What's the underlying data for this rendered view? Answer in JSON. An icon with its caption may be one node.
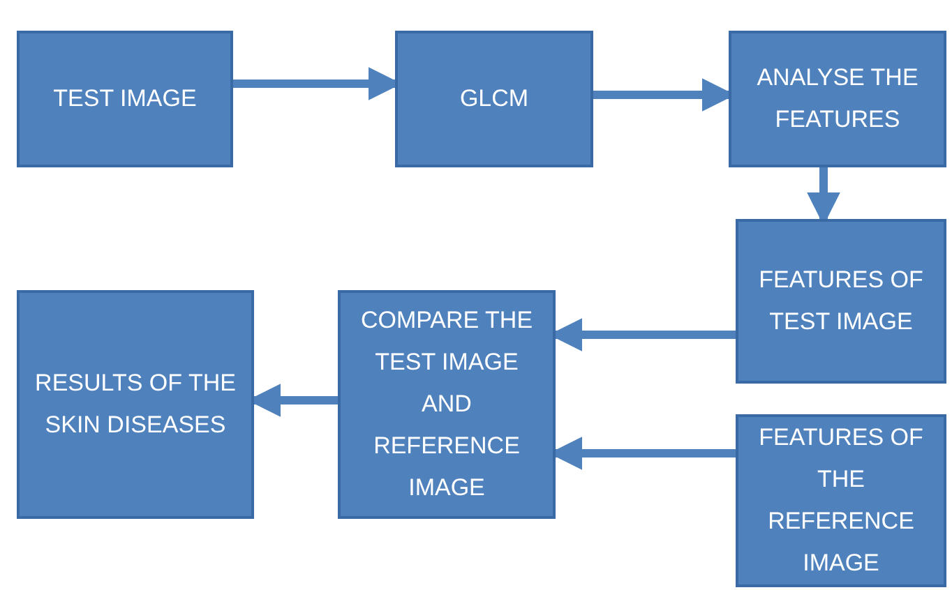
{
  "diagram": {
    "nodes": [
      {
        "text": [
          "TEST IMAGE"
        ]
      },
      {
        "text": [
          "GLCM"
        ]
      },
      {
        "text": [
          "ANALYSE THE FEATURES"
        ]
      },
      {
        "text": [
          "FEATURES OF TEST IMAGE"
        ]
      },
      {
        "text": [
          "COMPARE THE TEST IMAGE AND REFERENCE IMAGE"
        ]
      },
      {
        "text": [
          "RESULTS OF THE SKIN DISEASES"
        ]
      },
      {
        "text": [
          "FEATURES OF THE REFERENCE IMAGE"
        ]
      }
    ],
    "edges": [
      {
        "from": 0,
        "to": 1,
        "arrow": "to"
      },
      {
        "from": 1,
        "to": 2,
        "arrow": "to"
      },
      {
        "from": 2,
        "to": 3,
        "arrow": "to"
      },
      {
        "from": 3,
        "to": 4,
        "arrow": "to"
      },
      {
        "from": 6,
        "to": 4,
        "arrow": "to"
      },
      {
        "from": 4,
        "to": 5,
        "arrow": "to"
      }
    ]
  }
}
